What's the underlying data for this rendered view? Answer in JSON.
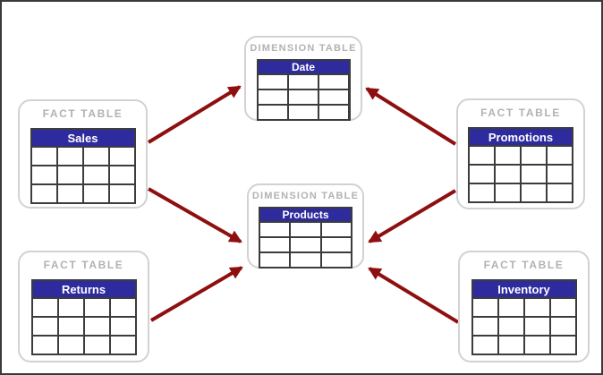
{
  "page": {
    "background": "#ffffff",
    "border_color": "#3a3a3a"
  },
  "colors": {
    "table_header_blue": "#2e2b9e",
    "arrow_red": "#8e0f0f",
    "card_border_gray": "#d2d2d2",
    "label_gray": "#b2b2b2",
    "grid_line": "#3c3c3c"
  },
  "tables": [
    {
      "kind_label": "FACT TABLE",
      "name": "Sales",
      "type": "fact",
      "columns": 4,
      "rows": 3
    },
    {
      "kind_label": "FACT TABLE",
      "name": "Returns",
      "type": "fact",
      "columns": 4,
      "rows": 3
    },
    {
      "kind_label": "FACT TABLE",
      "name": "Promotions",
      "type": "fact",
      "columns": 4,
      "rows": 3
    },
    {
      "kind_label": "FACT TABLE",
      "name": "Inventory",
      "type": "fact",
      "columns": 4,
      "rows": 3
    },
    {
      "kind_label": "DIMENSION TABLE",
      "name": "Date",
      "type": "dimension",
      "columns": 3,
      "rows": 3
    },
    {
      "kind_label": "DIMENSION TABLE",
      "name": "Products",
      "type": "dimension",
      "columns": 3,
      "rows": 3
    }
  ],
  "relationships": [
    {
      "from": "Sales",
      "to": "Date"
    },
    {
      "from": "Sales",
      "to": "Products"
    },
    {
      "from": "Promotions",
      "to": "Date"
    },
    {
      "from": "Promotions",
      "to": "Products"
    },
    {
      "from": "Returns",
      "to": "Products"
    },
    {
      "from": "Inventory",
      "to": "Products"
    }
  ]
}
